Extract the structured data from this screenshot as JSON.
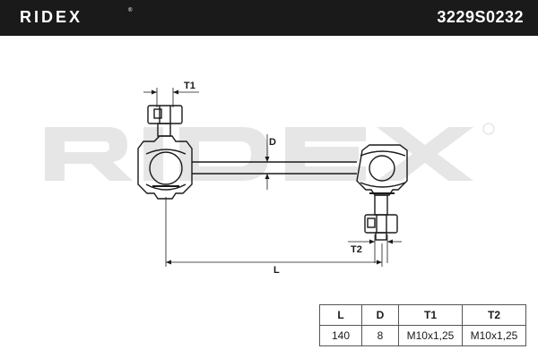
{
  "header": {
    "brand": "RIDEX",
    "brand_mark": "®",
    "part_number": "3229S0232"
  },
  "diagram": {
    "labels": {
      "t1": "T1",
      "d": "D",
      "t2": "T2",
      "l": "L"
    }
  },
  "watermark": {
    "text": "RIDEX",
    "mark": "®",
    "color": "#e6e6e6"
  },
  "spec_table": {
    "headers": [
      "L",
      "D",
      "T1",
      "T2"
    ],
    "values": [
      "140",
      "8",
      "M10x1,25",
      "M10x1,25"
    ]
  },
  "colors": {
    "header_bg": "#1a1a1a",
    "line": "#1a1a1a",
    "watermark": "#e6e6e6"
  }
}
